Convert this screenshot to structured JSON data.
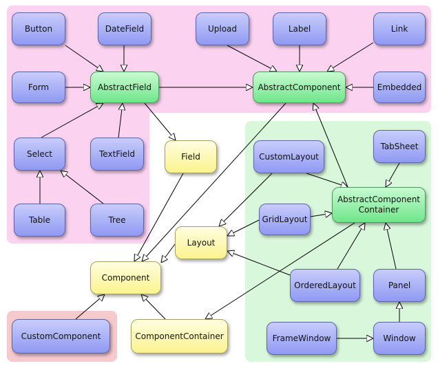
{
  "colors": {
    "region_pink": "#fbd3f1",
    "region_green": "#d9f7db",
    "region_red": "#f6c9cc",
    "node_blue": "#a9b1f7",
    "node_green": "#8ef0a1",
    "node_yellow": "#fbf6a8",
    "arrow": "#000000"
  },
  "nodes": {
    "button": "Button",
    "datefield": "DateField",
    "upload": "Upload",
    "label": "Label",
    "link": "Link",
    "form": "Form",
    "abstractfield": "AbstractField",
    "abstractcomponent": "AbstractComponent",
    "embedded": "Embedded",
    "select": "Select",
    "textfield": "TextField",
    "field": "Field",
    "customlayout": "CustomLayout",
    "tabsheet": "TabSheet",
    "abstractcomponentcontainer": "AbstractComponent\nContainer",
    "gridlayout": "GridLayout",
    "table": "Table",
    "tree": "Tree",
    "layout": "Layout",
    "component": "Component",
    "orderedlayout": "OrderedLayout",
    "panel": "Panel",
    "customcomponent": "CustomComponent",
    "componentcontainer": "ComponentContainer",
    "framewindow": "FrameWindow",
    "window": "Window"
  }
}
